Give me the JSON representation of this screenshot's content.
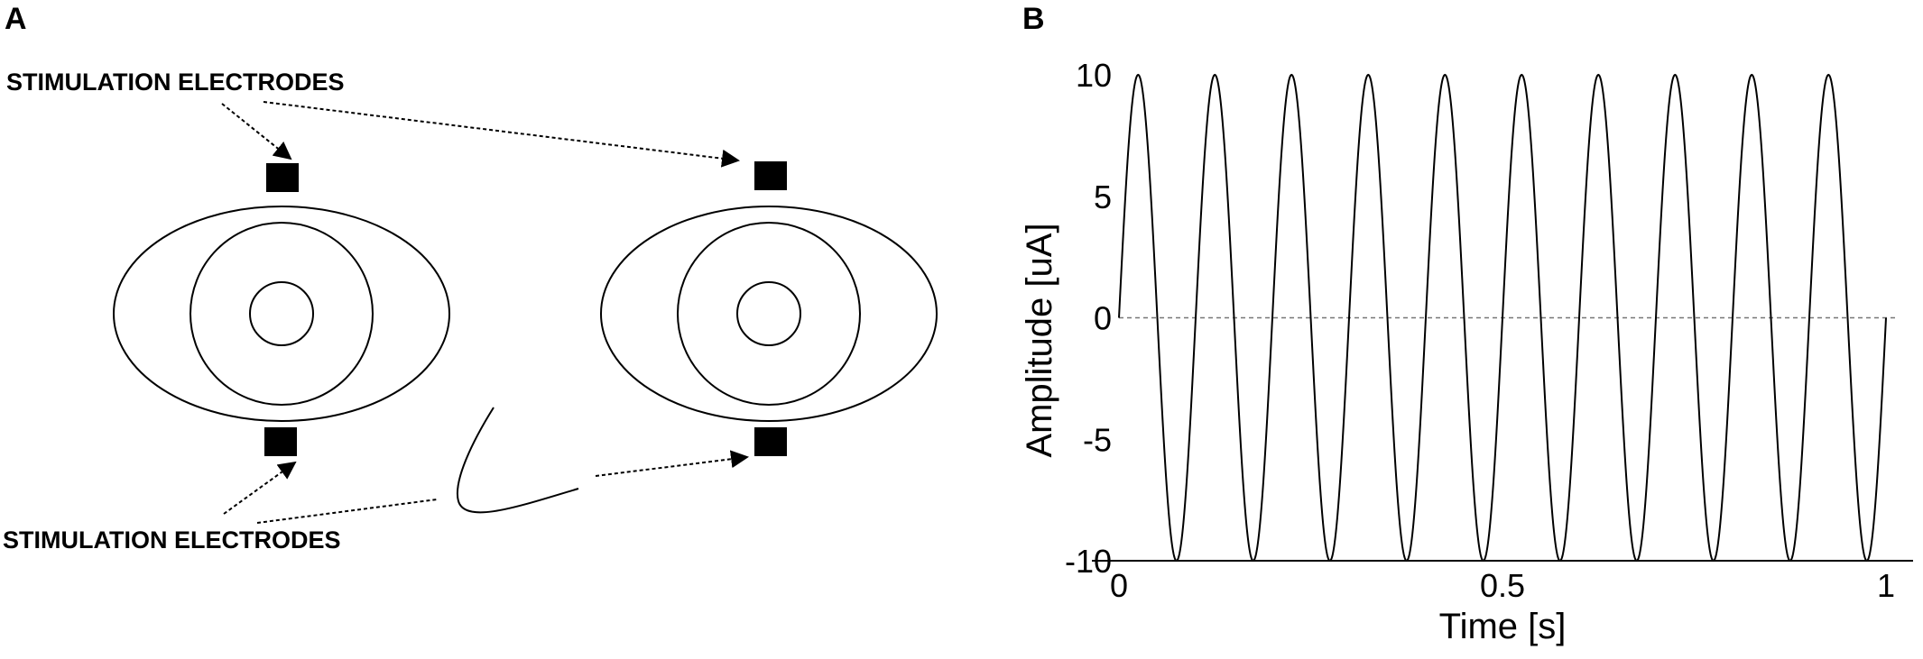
{
  "panel_a": {
    "letter": "A",
    "label_top": "STIMULATION ELECTRODES",
    "label_bottom": "STIMULATION ELECTRODES"
  },
  "panel_b": {
    "letter": "B",
    "chart_data": {
      "type": "line",
      "title": "",
      "xlabel": "Time [s]",
      "ylabel": "Amplitude [uA]",
      "xlim": [
        0,
        1
      ],
      "ylim": [
        -10,
        10
      ],
      "x_ticks": [
        0,
        0.5,
        1
      ],
      "x_tick_labels": [
        "0",
        "0.5",
        "1"
      ],
      "y_ticks": [
        10,
        5,
        0,
        -5,
        -10
      ],
      "y_tick_labels": [
        "10",
        "5",
        "0",
        "-5",
        "-10"
      ],
      "reference_line": {
        "y": 0,
        "style": "dashed"
      },
      "grid": false,
      "series": [
        {
          "function": "sine",
          "amplitude": 10,
          "frequency_hz": 10,
          "phase": 0,
          "x_range": [
            0,
            1
          ]
        }
      ],
      "colors": {
        "line": "#000000",
        "reference": "#777777"
      }
    }
  }
}
